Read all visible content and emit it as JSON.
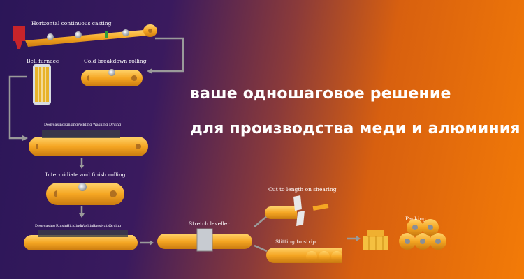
{
  "headline": {
    "line1": "ваше одношаговое решение",
    "line2": "для производства меди и алюминия"
  },
  "process_labels": {
    "casting": "Horizontal continuous casting",
    "bell_furnace": "Bell furnace",
    "cold_breakdown": "Cold breakdown rolling",
    "intermediate": "Intermidiate and finish rolling",
    "stretch": "Stretch leveller",
    "cut": "Cut to length on shearing",
    "slitting": "Slitting to strip",
    "packing": "Packing"
  },
  "line_a_steps": [
    "Degreasing",
    "Rinsing",
    "Pickling",
    "Washing",
    "Drying"
  ],
  "line_b_steps": [
    "Degreasing",
    "Rinsing",
    "Pickling",
    "Washing",
    "Passivation",
    "Drying"
  ],
  "colors": {
    "coil": "#f5a623",
    "coil_dark": "#c97a0f",
    "arrow": "#9a9a9a",
    "bg_left": "#2b1658",
    "bg_right": "#f37b07"
  }
}
